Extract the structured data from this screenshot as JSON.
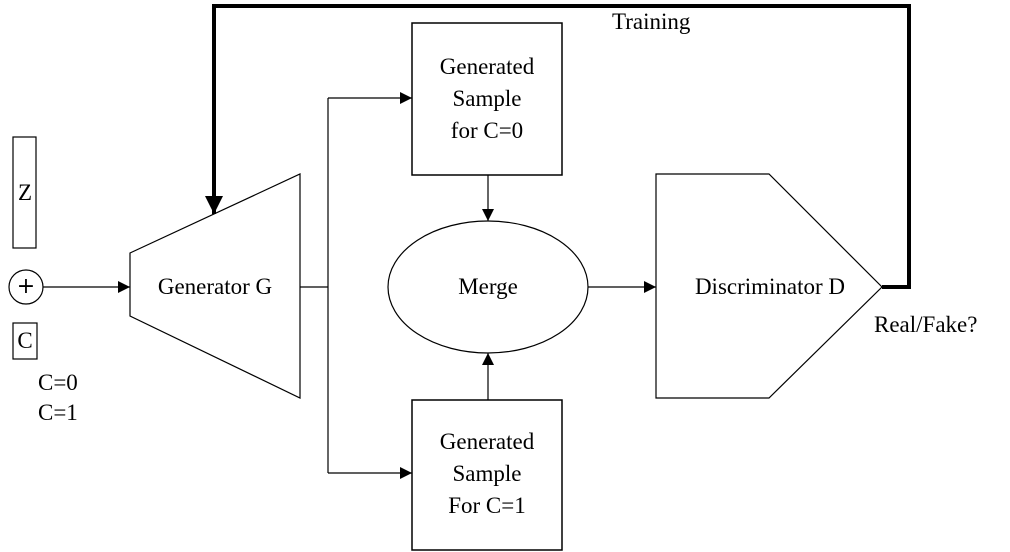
{
  "inputs": {
    "z_label": "Z",
    "c_label": "C",
    "plus_symbol": "+",
    "c_values": [
      "C=0",
      "C=1"
    ]
  },
  "generator": {
    "label": "Generator G"
  },
  "sample_top": {
    "lines": [
      "Generated",
      "Sample",
      "for C=0"
    ]
  },
  "sample_bottom": {
    "lines": [
      "Generated",
      "Sample",
      "For C=1"
    ]
  },
  "merge": {
    "label": "Merge"
  },
  "discriminator": {
    "label": "Discriminator D",
    "output_label": "Real/Fake?"
  },
  "feedback": {
    "label": "Training"
  }
}
